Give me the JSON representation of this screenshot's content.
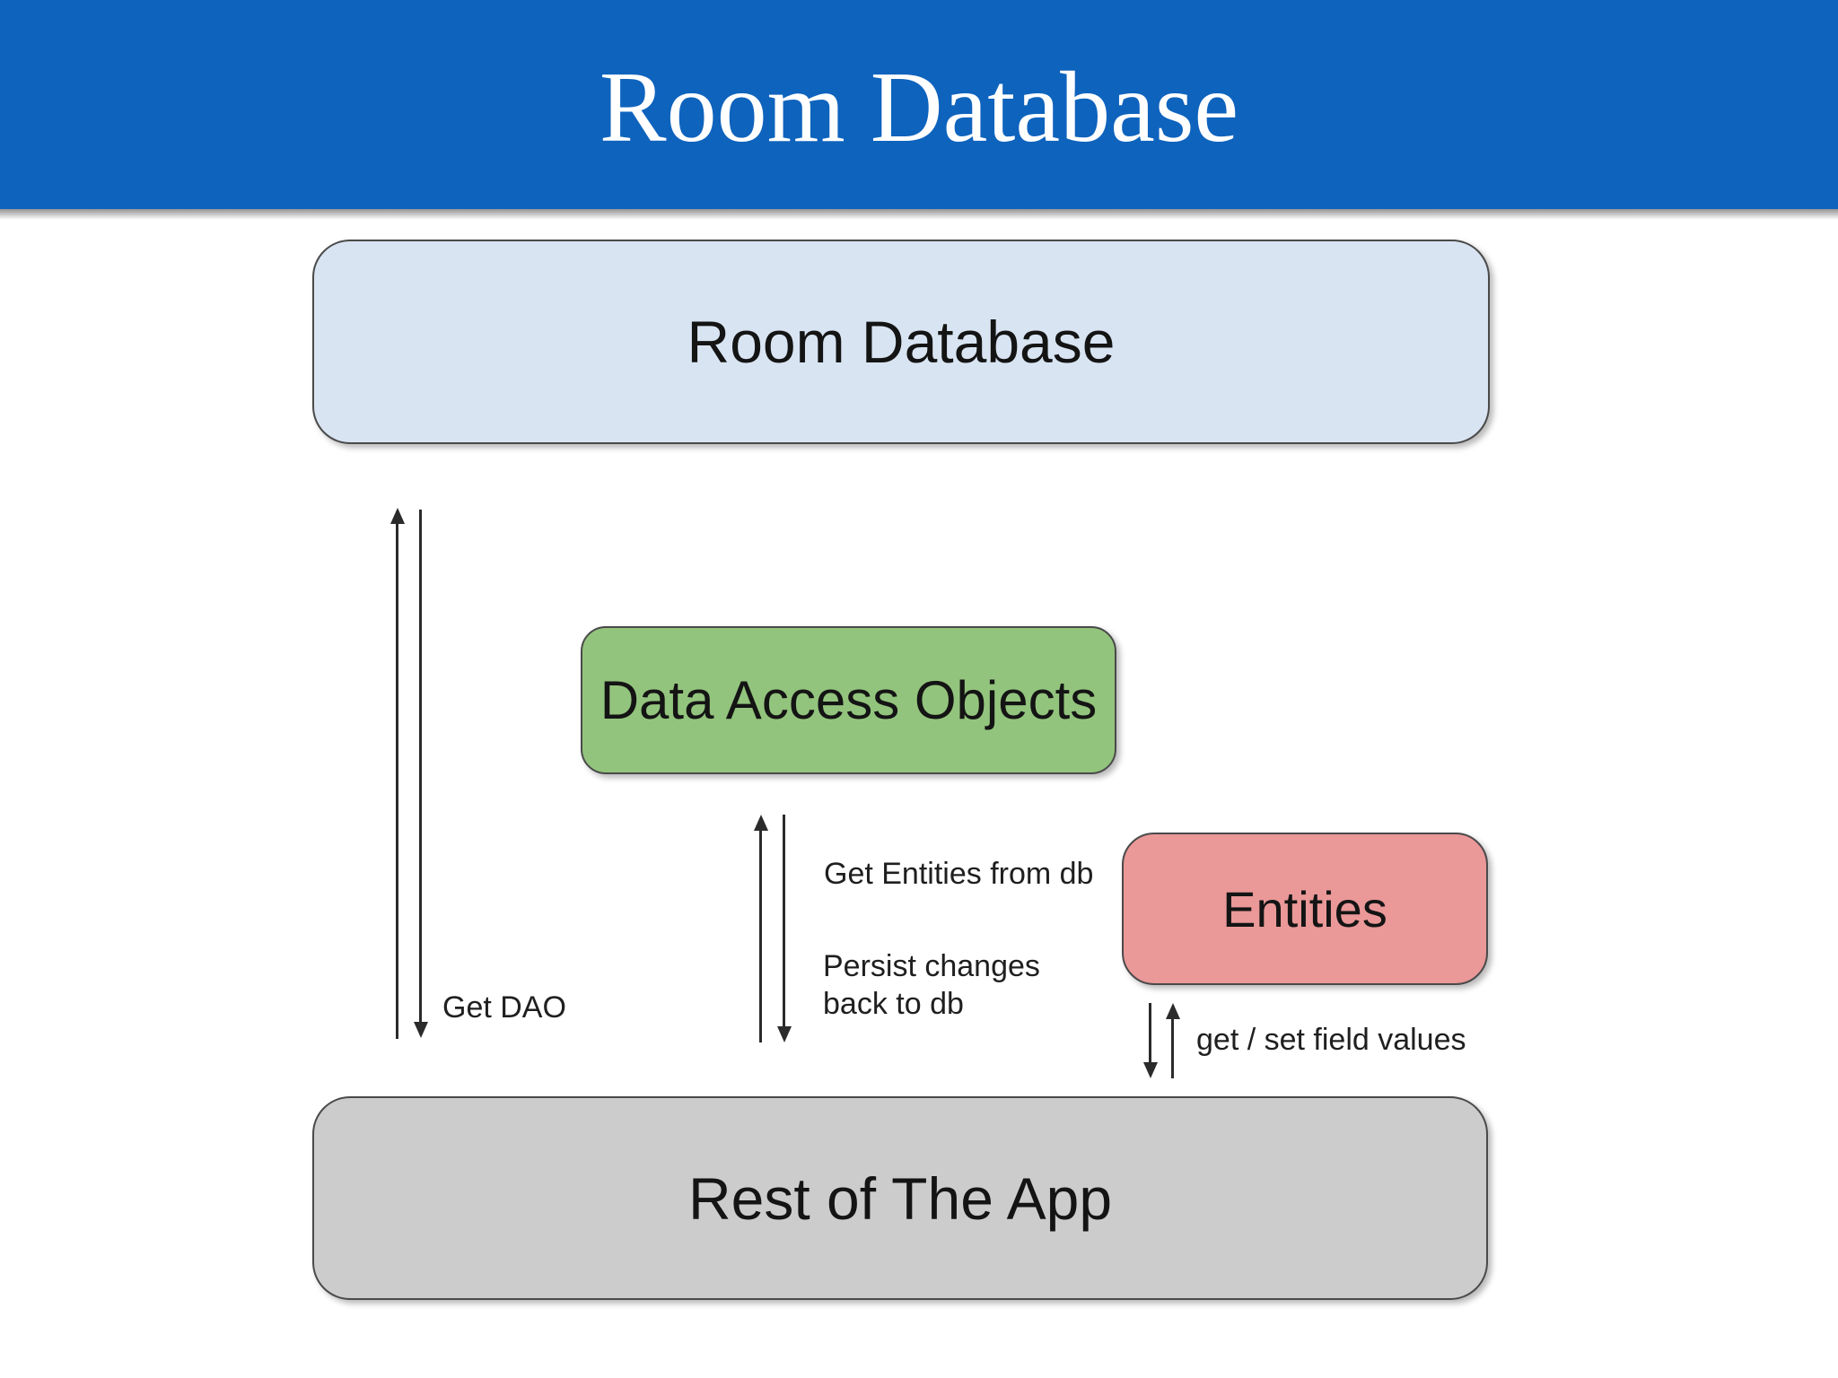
{
  "header": {
    "title": "Room Database"
  },
  "diagram": {
    "nodes": {
      "room_database": {
        "label": "Room Database"
      },
      "dao": {
        "label": "Data Access Objects"
      },
      "entities": {
        "label": "Entities"
      },
      "rest_of_app": {
        "label": "Rest of The App"
      }
    },
    "edge_labels": {
      "get_dao": "Get DAO",
      "get_entities": "Get Entities from db",
      "persist_line1": "Persist changes",
      "persist_line2": "back to db",
      "get_set_fields": "get / set field values"
    }
  },
  "colors": {
    "header-blue": "#0e63bd",
    "header-text": "#ffffff",
    "room-fill": "#d8e4f2",
    "dao-fill": "#93c47d",
    "entities-fill": "#ea9898",
    "rest-fill": "#cccccd",
    "node-border": "#4a4a4a",
    "arrow-color": "#2b2b2b"
  }
}
